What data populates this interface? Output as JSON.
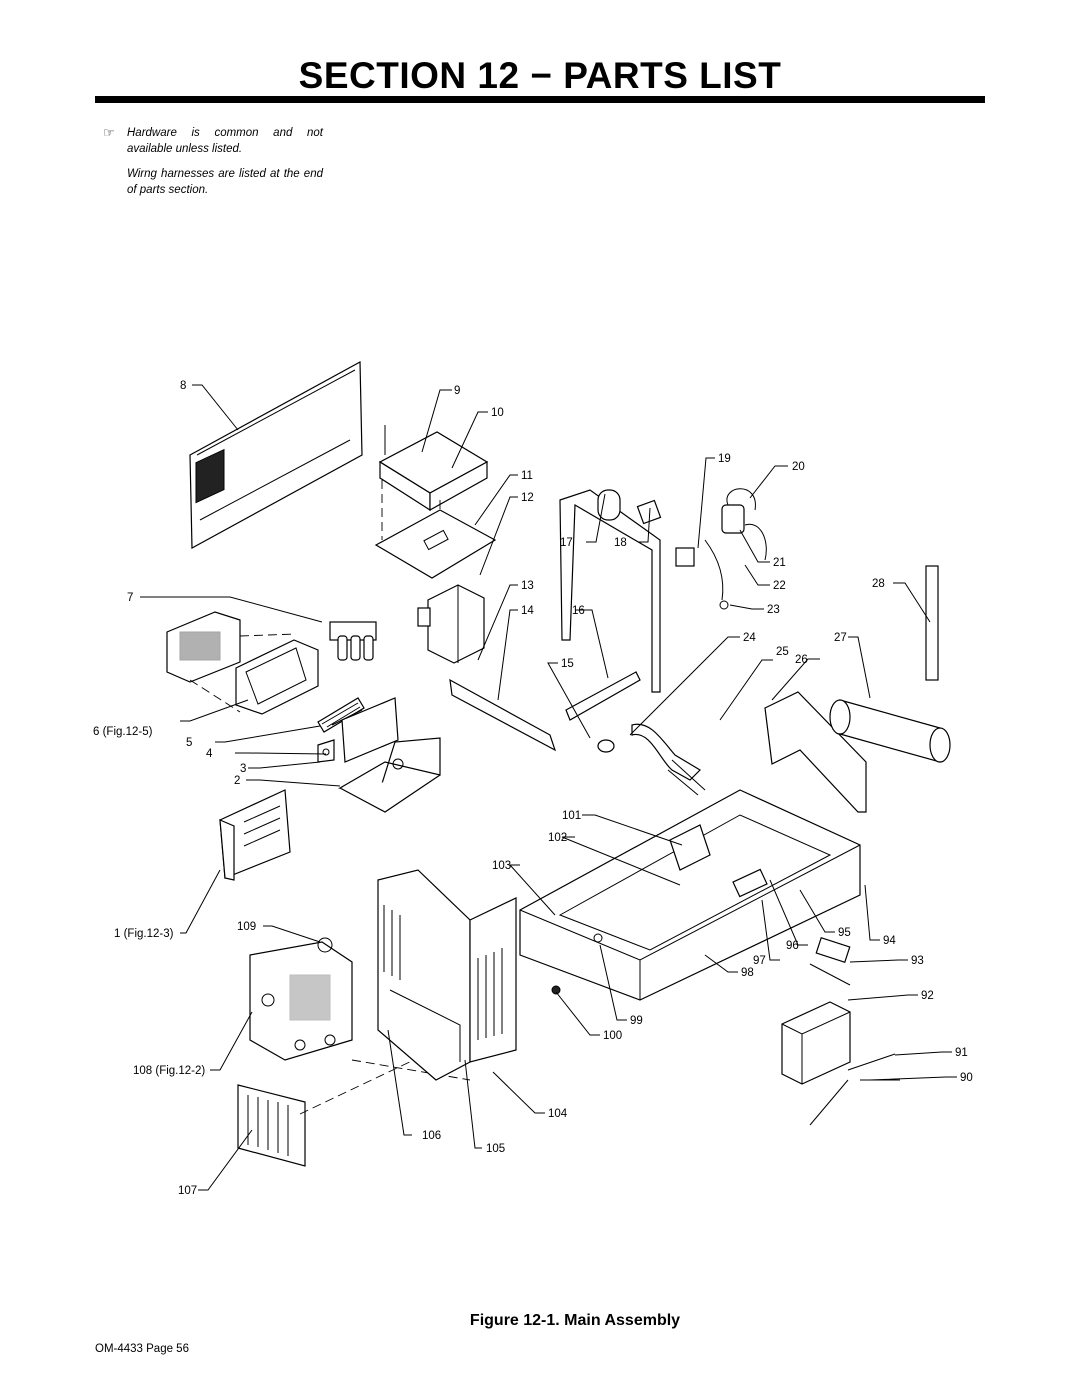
{
  "page": {
    "title": "SECTION 12 − PARTS LIST",
    "notes": [
      "Hardware is common and not available unless listed.",
      "Wirng harnesses are listed at the end of parts section."
    ],
    "note_icon": "pointing-hand-icon",
    "caption": "Figure 12-1. Main Assembly",
    "footer": "OM-4433 Page 56"
  },
  "callouts": {
    "c8": "8",
    "c9": "9",
    "c10": "10",
    "c11": "11",
    "c12": "12",
    "c13": "13",
    "c14": "14",
    "c15": "15",
    "c16": "16",
    "c17": "17",
    "c18": "18",
    "c19": "19",
    "c20": "20",
    "c21": "21",
    "c22": "22",
    "c23": "23",
    "c24": "24",
    "c25": "25",
    "c26": "26",
    "c27": "27",
    "c28": "28",
    "c7": "7",
    "c6": "6 (Fig.12-5)",
    "c5": "5",
    "c4": "4",
    "c3": "3",
    "c2": "2",
    "c1": "1 (Fig.12-3)",
    "c109": "109",
    "c108": "108 (Fig.12-2)",
    "c107": "107",
    "c106": "106",
    "c105": "105",
    "c104": "104",
    "c103": "103",
    "c102": "102",
    "c101": "101",
    "c100": "100",
    "c99": "99",
    "c98": "98",
    "c97": "97",
    "c96": "96",
    "c95": "95",
    "c94": "94",
    "c93": "93",
    "c92": "92",
    "c91": "91",
    "c90": "90"
  }
}
